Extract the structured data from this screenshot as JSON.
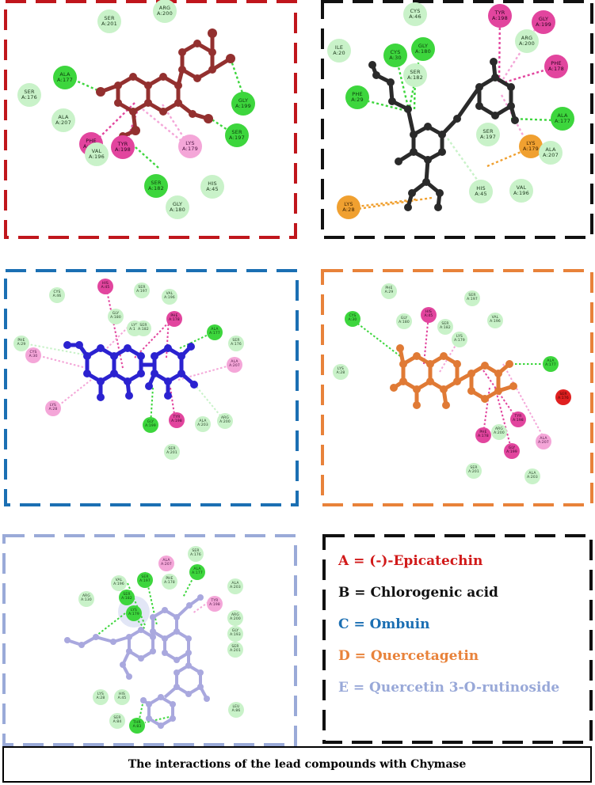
{
  "colors": {
    "residue_conventional_hbond": "#3dd63d",
    "residue_carbon_hbond": "#c9f2c9",
    "residue_pi_alkyl": "#f4a6d8",
    "residue_pi_pi": "#e2459e",
    "residue_attractive_charge": "#f0a030",
    "residue_unfavorable": "#e02020",
    "panel_a_frame": "#c0161c",
    "panel_b_frame": "#111111",
    "panel_c_frame": "#1b6fb3",
    "panel_d_frame": "#e8823a",
    "panel_e_frame": "#9aaad8",
    "ligand_a": "#93302f",
    "ligand_b": "#2a2a2a",
    "ligand_c": "#2b22d0",
    "ligand_d": "#e07a35",
    "ligand_e": "#a9a8de"
  },
  "panels": [
    {
      "id": "A",
      "residues": [
        {
          "name": "SER",
          "num": "A:201",
          "type": "vdw"
        },
        {
          "name": "ARG",
          "num": "A:200",
          "type": "vdw"
        },
        {
          "name": "ALA",
          "num": "A:177",
          "type": "hbond"
        },
        {
          "name": "SER",
          "num": "A:176",
          "type": "vdw"
        },
        {
          "name": "ALA",
          "num": "A:207",
          "type": "vdw"
        },
        {
          "name": "PHE",
          "num": "A:178",
          "type": "pipi"
        },
        {
          "name": "TYR",
          "num": "A:198",
          "type": "pipi"
        },
        {
          "name": "LYS",
          "num": "A:179",
          "type": "pialkyl"
        },
        {
          "name": "VAL",
          "num": "A:196",
          "type": "vdw"
        },
        {
          "name": "SER",
          "num": "A:182",
          "type": "hbond"
        },
        {
          "name": "HIS",
          "num": "A:45",
          "type": "vdw"
        },
        {
          "name": "GLY",
          "num": "A:180",
          "type": "vdw"
        },
        {
          "name": "SER",
          "num": "A:197",
          "type": "hbond"
        },
        {
          "name": "GLY",
          "num": "A:199",
          "type": "hbond"
        }
      ]
    },
    {
      "id": "B",
      "residues": [
        {
          "name": "CYS",
          "num": "A:46",
          "type": "vdw"
        },
        {
          "name": "TYR",
          "num": "A:198",
          "type": "pipi"
        },
        {
          "name": "GLY",
          "num": "A:199",
          "type": "pipi"
        },
        {
          "name": "ARG",
          "num": "A:200",
          "type": "vdw"
        },
        {
          "name": "ILE",
          "num": "A:20",
          "type": "vdw"
        },
        {
          "name": "CYS",
          "num": "A:30",
          "type": "hbond"
        },
        {
          "name": "GLY",
          "num": "A:180",
          "type": "hbond"
        },
        {
          "name": "SER",
          "num": "A:182",
          "type": "vdw"
        },
        {
          "name": "PHE",
          "num": "A:178",
          "type": "pipi"
        },
        {
          "name": "PHE",
          "num": "A:29",
          "type": "hbond"
        },
        {
          "name": "ALA",
          "num": "A:177",
          "type": "hbond"
        },
        {
          "name": "SER",
          "num": "A:197",
          "type": "vdw"
        },
        {
          "name": "LYS",
          "num": "A:179",
          "type": "charge"
        },
        {
          "name": "ALA",
          "num": "A:207",
          "type": "vdw"
        },
        {
          "name": "HIS",
          "num": "A:45",
          "type": "vdw"
        },
        {
          "name": "VAL",
          "num": "A:196",
          "type": "vdw"
        },
        {
          "name": "LYS",
          "num": "A:28",
          "type": "charge"
        }
      ]
    },
    {
      "id": "C",
      "residues": [
        {
          "name": "CYS",
          "num": "A:46",
          "type": "vdw"
        },
        {
          "name": "SER",
          "num": "A:197",
          "type": "vdw"
        },
        {
          "name": "HIS",
          "num": "A:45",
          "type": "pipi"
        },
        {
          "name": "VAL",
          "num": "A:196",
          "type": "vdw"
        },
        {
          "name": "GLY",
          "num": "A:180",
          "type": "vdw"
        },
        {
          "name": "LYS",
          "num": "A:179",
          "type": "vdw"
        },
        {
          "name": "SER",
          "num": "A:182",
          "type": "vdw"
        },
        {
          "name": "PHE",
          "num": "A:178",
          "type": "pipi"
        },
        {
          "name": "ALA",
          "num": "A:177",
          "type": "hbond"
        },
        {
          "name": "SER",
          "num": "A:176",
          "type": "vdw"
        },
        {
          "name": "PHE",
          "num": "A:29",
          "type": "vdw"
        },
        {
          "name": "ALA",
          "num": "A:207",
          "type": "pialkyl"
        },
        {
          "name": "CYS",
          "num": "A:30",
          "type": "pialkyl"
        },
        {
          "name": "LYS",
          "num": "A:28",
          "type": "pialkyl"
        },
        {
          "name": "TYR",
          "num": "A:198",
          "type": "pipi"
        },
        {
          "name": "ALA",
          "num": "A:203",
          "type": "vdw"
        },
        {
          "name": "ARG",
          "num": "A:200",
          "type": "vdw"
        },
        {
          "name": "GLY",
          "num": "A:199",
          "type": "hbond"
        },
        {
          "name": "SER",
          "num": "A:201",
          "type": "vdw"
        }
      ]
    },
    {
      "id": "D",
      "residues": [
        {
          "name": "PHE",
          "num": "A:29",
          "type": "vdw"
        },
        {
          "name": "SER",
          "num": "A:197",
          "type": "vdw"
        },
        {
          "name": "CYS",
          "num": "A:30",
          "type": "hbond"
        },
        {
          "name": "GLY",
          "num": "A:180",
          "type": "vdw"
        },
        {
          "name": "HIS",
          "num": "A:45",
          "type": "pipi"
        },
        {
          "name": "SER",
          "num": "A:182",
          "type": "vdw"
        },
        {
          "name": "VAL",
          "num": "A:196",
          "type": "vdw"
        },
        {
          "name": "LYS",
          "num": "A:179",
          "type": "vdw"
        },
        {
          "name": "ALA",
          "num": "A:177",
          "type": "hbond"
        },
        {
          "name": "LYS",
          "num": "A:28",
          "type": "vdw"
        },
        {
          "name": "SER",
          "num": "A:176",
          "type": "unfav"
        },
        {
          "name": "TYR",
          "num": "A:198",
          "type": "pipi"
        },
        {
          "name": "ARG",
          "num": "A:200",
          "type": "vdw"
        },
        {
          "name": "PHE",
          "num": "A:178",
          "type": "pipi"
        },
        {
          "name": "ALA",
          "num": "A:207",
          "type": "pialkyl"
        },
        {
          "name": "GLY",
          "num": "A:199",
          "type": "pipi"
        },
        {
          "name": "SER",
          "num": "A:201",
          "type": "vdw"
        },
        {
          "name": "ALA",
          "num": "A:203",
          "type": "vdw"
        }
      ]
    },
    {
      "id": "E",
      "residues": [
        {
          "name": "SER",
          "num": "A:176",
          "type": "vdw"
        },
        {
          "name": "ALA",
          "num": "A:207",
          "type": "pialkyl"
        },
        {
          "name": "ALA",
          "num": "A:177",
          "type": "hbond"
        },
        {
          "name": "VAL",
          "num": "A:196",
          "type": "vdw"
        },
        {
          "name": "SER",
          "num": "A:197",
          "type": "hbond"
        },
        {
          "name": "PHE",
          "num": "A:178",
          "type": "vdw"
        },
        {
          "name": "ALA",
          "num": "A:203",
          "type": "vdw"
        },
        {
          "name": "SER",
          "num": "A:182",
          "type": "hbond"
        },
        {
          "name": "ARG",
          "num": "A:130",
          "type": "vdw"
        },
        {
          "name": "TYR",
          "num": "A:198",
          "type": "pialkyl"
        },
        {
          "name": "LYS",
          "num": "A:179",
          "type": "hbond"
        },
        {
          "name": "ARG",
          "num": "A:200",
          "type": "vdw"
        },
        {
          "name": "GLY",
          "num": "A:193",
          "type": "vdw"
        },
        {
          "name": "SER",
          "num": "A:201",
          "type": "vdw"
        },
        {
          "name": "LYS",
          "num": "A:28",
          "type": "vdw"
        },
        {
          "name": "HIS",
          "num": "A:45",
          "type": "vdw"
        },
        {
          "name": "LEU",
          "num": "A:86",
          "type": "vdw"
        },
        {
          "name": "SER",
          "num": "A:84",
          "type": "vdw"
        },
        {
          "name": "THR",
          "num": "A:83",
          "type": "hbond"
        }
      ]
    }
  ],
  "legend": {
    "items": [
      {
        "text": "A = (-)-Epicatechin",
        "color": "#d11a1a"
      },
      {
        "text": "B = Chlorogenic acid",
        "color": "#111111"
      },
      {
        "text": "C = Ombuin",
        "color": "#1b6fb3"
      },
      {
        "text": "D = Quercetagetin",
        "color": "#e8823a"
      },
      {
        "text": "E = Quercetin 3-O-rutinoside",
        "color": "#98a8d8"
      }
    ]
  },
  "caption": "The interactions of the lead compounds with Chymase"
}
